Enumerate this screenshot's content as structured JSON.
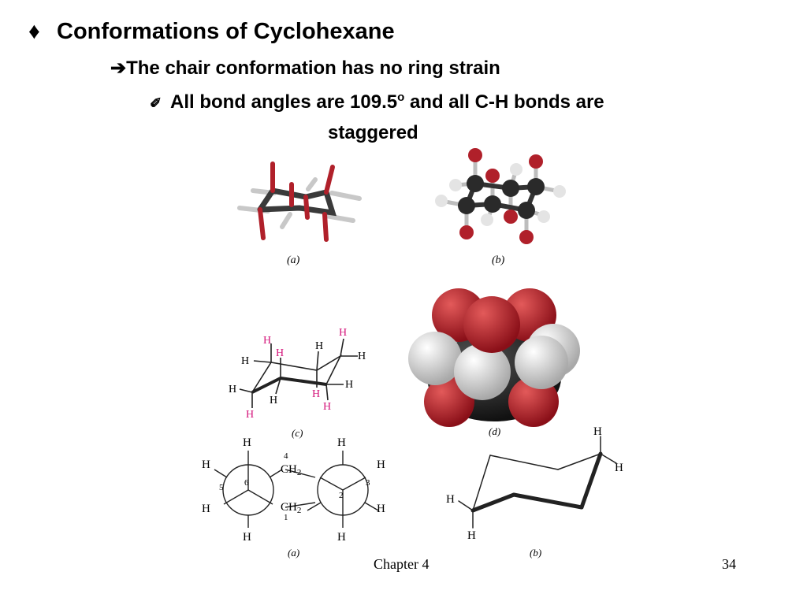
{
  "slide": {
    "title_bullet": "♦",
    "title": "Conformations of Cyclohexane",
    "point1_arrow": "➔",
    "point1": "The chair conformation has no ring strain",
    "point2_bullet": "✐",
    "point2_a": "All bond angles are 109.5",
    "point2_sup": "o",
    "point2_b": " and all C-H bonds are",
    "point2_c": "staggered"
  },
  "figures": {
    "label_a_top": "(a)",
    "label_b_top": "(b)",
    "label_c": "(c)",
    "label_d": "(d)",
    "label_a_bottom": "(a)",
    "label_b_bottom": "(b)",
    "H": "H",
    "CH2": "CH",
    "sub2": "2",
    "n1": "1",
    "n2": "2",
    "n3": "3",
    "n4": "4",
    "n5": "5",
    "n6": "6"
  },
  "footer": {
    "chapter": "Chapter 4",
    "page": "34"
  },
  "colors": {
    "bond_red": "#b0202a",
    "bond_gray": "#c8c8c8",
    "atom_dark": "#2a2a2a",
    "axial_h_magenta": "#d4147a"
  }
}
